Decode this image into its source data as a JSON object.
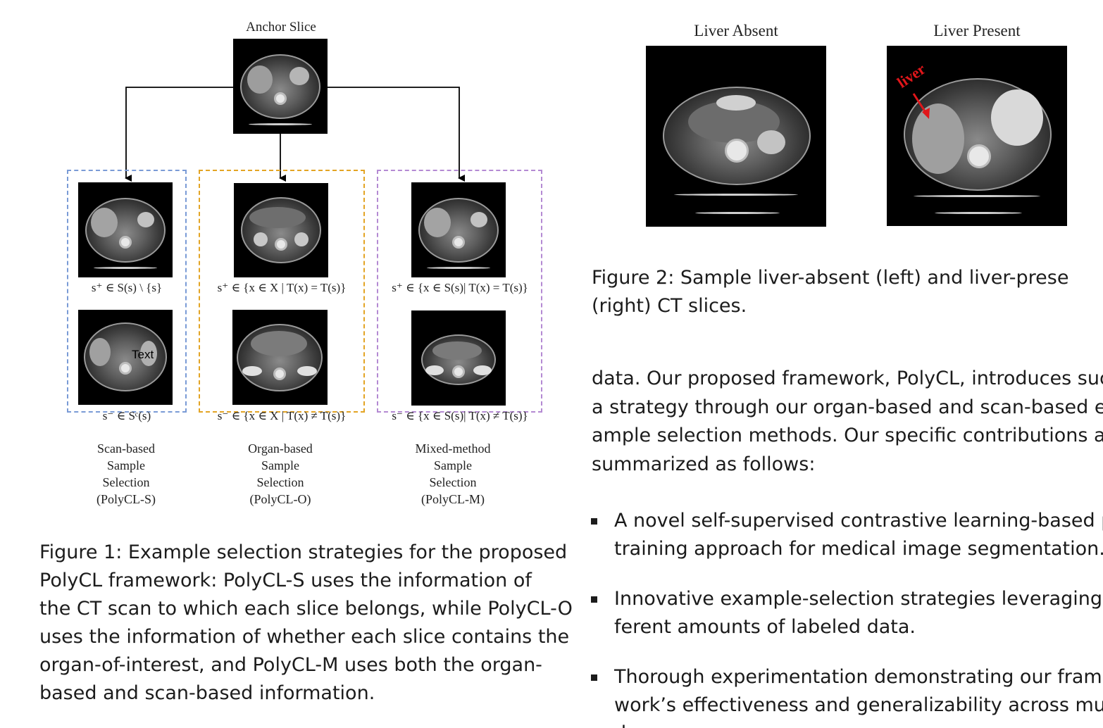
{
  "figure1": {
    "anchor_title": "Anchor Slice",
    "formulas": {
      "scan_pos": "s⁺ ∈ S(s) \\ {s}",
      "scan_neg": "s⁻ ∈ Sᶜ(s)",
      "organ_pos": "s⁺ ∈ {x ∈ X | T(x) = T(s)}",
      "organ_neg": "s⁻ ∈ {x ∈ X | T(x) ≠ T(s)}",
      "mixed_pos": "s⁺ ∈ {x ∈ S(s)| T(x) = T(s)}",
      "mixed_neg": "s⁻ ∈ {x ∈ S(s)| T(x) ≠ T(s)}"
    },
    "stray_text": "Text",
    "strategies": [
      {
        "line1": "Scan-based",
        "line2": "Sample",
        "line3": "Selection",
        "line4": "(PolyCL-S)",
        "color": "#7a9bd6"
      },
      {
        "line1": "Organ-based",
        "line2": "Sample",
        "line3": "Selection",
        "line4": "(PolyCL-O)",
        "color": "#e3a424"
      },
      {
        "line1": "Mixed-method",
        "line2": "Sample",
        "line3": "Selection",
        "line4": "(PolyCL-M)",
        "color": "#b48ad3"
      }
    ],
    "caption_lines": [
      "Figure 1: Example selection strategies for the proposed",
      "PolyCL framework: PolyCL-S uses the information of",
      "the CT scan to which each slice belongs, while PolyCL-O",
      "uses the information of whether each slice contains the",
      "organ-of-interest, and PolyCL-M uses both the organ-",
      "based and scan-based information."
    ]
  },
  "figure2": {
    "title_left": "Liver Absent",
    "title_right": "Liver Present",
    "liver_annotation": "liver",
    "annotation_color": "#e0161a",
    "caption_lines": [
      "Figure 2:  Sample liver-absent (left) and liver-prese",
      "(right) CT slices."
    ]
  },
  "body_text": {
    "para_lines": [
      "data. Our proposed framework, PolyCL, introduces suc",
      "a strategy through our organ-based and scan-based e",
      "ample selection methods. Our specific contributions a",
      "summarized as follows:"
    ],
    "bullets": [
      {
        "line1": "A novel self-supervised contrastive learning-based pr",
        "line2": "training approach for medical image segmentation."
      },
      {
        "line1": "Innovative example-selection strategies leveraging d",
        "line2": "ferent amounts of labeled data."
      },
      {
        "line1": "Thorough experimentation demonstrating our fram",
        "line2": "work’s effectiveness and generalizability across multip",
        "line3": "d"
      }
    ]
  }
}
